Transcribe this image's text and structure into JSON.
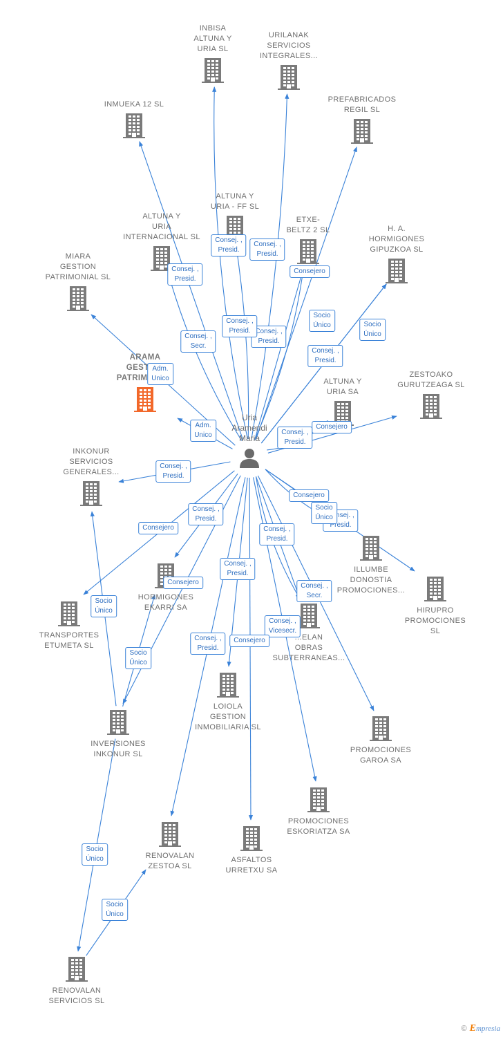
{
  "person": {
    "id": "uria",
    "name": "Uria\nAramendi\nMaria"
  },
  "companies": [
    {
      "id": "inbisa",
      "label": "INBISA\nALTUNA Y\nURIA SL",
      "label_pos": "above"
    },
    {
      "id": "urilanak",
      "label": "URILANAK\nSERVICIOS\nINTEGRALES...",
      "label_pos": "above"
    },
    {
      "id": "inmueka",
      "label": "INMUEKA 12 SL",
      "label_pos": "above"
    },
    {
      "id": "prefabricados",
      "label": "PREFABRICADOS\nREGIL SL",
      "label_pos": "above"
    },
    {
      "id": "altuna_ff",
      "label": "ALTUNA Y\nURIA -  FF  SL",
      "label_pos": "above"
    },
    {
      "id": "altuna_int",
      "label": "ALTUNA Y\nURIA\nINTERNACIONAL SL",
      "label_pos": "above"
    },
    {
      "id": "etxe",
      "label": "ETXE-\nBELTZ 2  SL",
      "label_pos": "above"
    },
    {
      "id": "ha_horm",
      "label": "H. A.\nHORMIGONES\nGIPUZKOA  SL",
      "label_pos": "above"
    },
    {
      "id": "miara",
      "label": "MIARA\nGESTION\nPATRIMONIAL SL",
      "label_pos": "above"
    },
    {
      "id": "arama",
      "label": "ARAMA\nGESTION\nPATRIMONIAL",
      "label_pos": "above",
      "focus": true
    },
    {
      "id": "altuna_sa",
      "label": "ALTUNA Y\nURIA SA",
      "label_pos": "above"
    },
    {
      "id": "zestoako",
      "label": "ZESTOAKO\nGURUTZEAGA SL",
      "label_pos": "above"
    },
    {
      "id": "inkonur_serv",
      "label": "INKONUR\nSERVICIOS\nGENERALES...",
      "label_pos": "above"
    },
    {
      "id": "illumbe",
      "label": "ILLUMBE\nDONOSTIA\nPROMOCIONES...",
      "label_pos": "below"
    },
    {
      "id": "hirupro",
      "label": "HIRUPRO\nPROMOCIONES\nSL",
      "label_pos": "below"
    },
    {
      "id": "hormigones_ek",
      "label": "HORMIGONES\nEKARRI SA",
      "label_pos": "below"
    },
    {
      "id": "transportes",
      "label": "TRANSPORTES\nETUMETA SL",
      "label_pos": "below"
    },
    {
      "id": "obras",
      "label": "...ELAN\nOBRAS\nSUBTERRANEAS...",
      "label_pos": "below"
    },
    {
      "id": "loiola",
      "label": "LOIOLA\nGESTION\nINMOBILIARIA SL",
      "label_pos": "below"
    },
    {
      "id": "promociones_garoa",
      "label": "PROMOCIONES\nGAROA SA",
      "label_pos": "below"
    },
    {
      "id": "inversiones",
      "label": "INVERSIONES\nINKONUR SL",
      "label_pos": "below"
    },
    {
      "id": "promociones_esk",
      "label": "PROMOCIONES\nESKORIATZA SA",
      "label_pos": "below"
    },
    {
      "id": "renovalan_zestoa",
      "label": "RENOVALAN\nZESTOA  SL",
      "label_pos": "below"
    },
    {
      "id": "asfaltos",
      "label": "ASFALTOS\nURRETXU SA",
      "label_pos": "below"
    },
    {
      "id": "renovalan_serv",
      "label": "RENOVALAN\nSERVICIOS  SL",
      "label_pos": "below"
    }
  ],
  "edges": [
    {
      "from": "uria",
      "to": "inbisa",
      "role": "Consej. ,\nPresid."
    },
    {
      "from": "uria",
      "to": "urilanak",
      "role": "Consej. ,\nPresid."
    },
    {
      "from": "uria",
      "to": "inmueka",
      "role": "Consej. ,\nSecr."
    },
    {
      "from": "uria",
      "to": "prefabricados",
      "role": "Consej. ,\nPresid."
    },
    {
      "from": "uria",
      "to": "altuna_ff",
      "role": "Consej. ,\nPresid."
    },
    {
      "from": "uria",
      "to": "altuna_int",
      "role": "Consej. ,\nPresid."
    },
    {
      "from": "uria",
      "to": "etxe",
      "role": "Consejero"
    },
    {
      "from": "uria",
      "to": "etxe",
      "role": "Socio\nÚnico"
    },
    {
      "from": "uria",
      "to": "ha_horm",
      "role": "Consej. ,\nPresid."
    },
    {
      "from": "uria",
      "to": "ha_horm",
      "role": "Socio\nÚnico"
    },
    {
      "from": "uria",
      "to": "miara",
      "role": "Adm.\nUnico"
    },
    {
      "from": "uria",
      "to": "arama",
      "role": "Adm.\nUnico"
    },
    {
      "from": "uria",
      "to": "zestoako",
      "role": "Consejero"
    },
    {
      "from": "uria",
      "to": "altuna_sa",
      "role": "Consej. ,\nPresid."
    },
    {
      "from": "uria",
      "to": "inkonur_serv",
      "role": "Consej. ,\nPresid."
    },
    {
      "from": "uria",
      "to": "illumbe",
      "role": "Consejero"
    },
    {
      "from": "uria",
      "to": "hirupro",
      "role": "Consej. ,\nPresid."
    },
    {
      "from": "uria",
      "to": "illumbe",
      "role": "Socio\nÚnico"
    },
    {
      "from": "uria",
      "to": "hormigones_ek",
      "role": "Consej. ,\nPresid."
    },
    {
      "from": "uria",
      "to": "transportes",
      "role": "Consejero"
    },
    {
      "from": "uria",
      "to": "obras",
      "role": "Consej. ,\nPresid."
    },
    {
      "from": "uria",
      "to": "obras",
      "role": "Consej. ,\nSecr."
    },
    {
      "from": "uria",
      "to": "loiola",
      "role": "Consej. ,\nPresid."
    },
    {
      "from": "uria",
      "to": "inversiones",
      "role": "Consejero"
    },
    {
      "from": "uria",
      "to": "promociones_esk",
      "role": "Consej. ,\nVicesecr."
    },
    {
      "from": "uria",
      "to": "asfaltos",
      "role": "Consejero"
    },
    {
      "from": "uria",
      "to": "renovalan_zestoa",
      "role": "Consej. ,\nPresid."
    },
    {
      "from": "uria",
      "to": "promociones_garoa",
      "role": ""
    },
    {
      "from": "inversiones",
      "to": "inkonur_serv",
      "role": "Socio\nÚnico"
    },
    {
      "from": "inversiones",
      "to": "hormigones_ek",
      "role": "Socio\nÚnico"
    },
    {
      "from": "inversiones",
      "to": "renovalan_serv",
      "role": "Socio\nÚnico"
    },
    {
      "from": "renovalan_serv",
      "to": "renovalan_zestoa",
      "role": "Socio\nÚnico"
    }
  ],
  "colors": {
    "edge": "#3a82d8",
    "building": "#7a7a7a",
    "focus_building": "#f2682a",
    "person": "#6a6a6a"
  },
  "footer": {
    "copyright": "©",
    "brand_initial": "E",
    "brand_rest": "mpresia"
  }
}
